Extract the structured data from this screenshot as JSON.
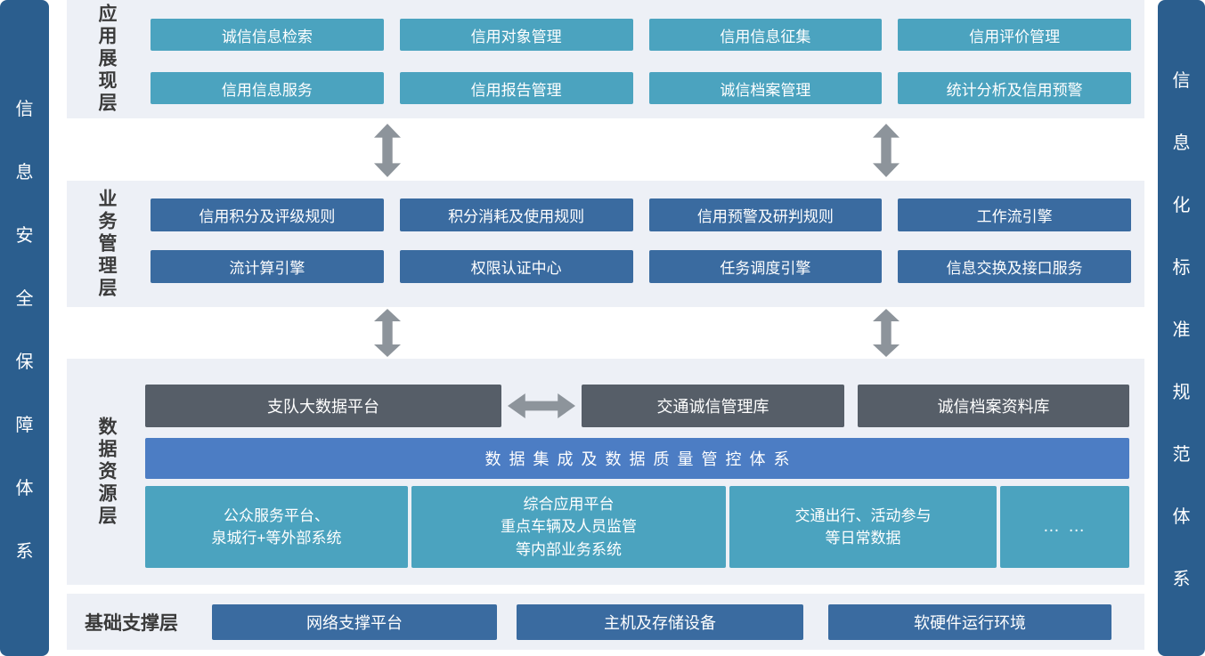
{
  "colors": {
    "sidebar": "#2b5e8e",
    "panel": "#edf0f6",
    "teal": "#4ba3bf",
    "blue": "#3a6ba0",
    "graybox": "#565e68",
    "barblue": "#4c7dc4",
    "arrow": "#8d949b",
    "title": "#3a3a3a"
  },
  "side": {
    "left": {
      "label": "信息安全保障体系",
      "chars": [
        "信",
        "息",
        "安",
        "全",
        "保",
        "障",
        "体",
        "系"
      ]
    },
    "right": {
      "label": "信息化标准规范体系",
      "chars": [
        "信",
        "息",
        "化",
        "标",
        "准",
        "规",
        "范",
        "体",
        "系"
      ]
    }
  },
  "layers": {
    "app": {
      "title": "应用展现层",
      "rows": [
        [
          "诚信信息检索",
          "信用对象管理",
          "信用信息征集",
          "信用评价管理"
        ],
        [
          "信用信息服务",
          "信用报告管理",
          "诚信档案管理",
          "统计分析及信用预警"
        ]
      ]
    },
    "business": {
      "title": "业务管理层",
      "rows": [
        [
          "信用积分及评级规则",
          "积分消耗及使用规则",
          "信用预警及研判规则",
          "工作流引擎"
        ],
        [
          "流计算引擎",
          "权限认证中心",
          "任务调度引擎",
          "信息交换及接口服务"
        ]
      ]
    },
    "data": {
      "title": "数据资源层",
      "databases": [
        "支队大数据平台",
        "交通诚信管理库",
        "诚信档案资料库"
      ],
      "integration": "数据集成及数据质量管控体系",
      "sources": [
        "公众服务平台、\n泉城行+等外部系统",
        "综合应用平台\n重点车辆及人员监管\n等内部业务系统",
        "交通出行、活动参与\n等日常数据",
        "… …"
      ]
    },
    "foundation": {
      "title": "基础支撑层",
      "items": [
        "网络支撑平台",
        "主机及存储设备",
        "软硬件运行环境"
      ]
    }
  }
}
